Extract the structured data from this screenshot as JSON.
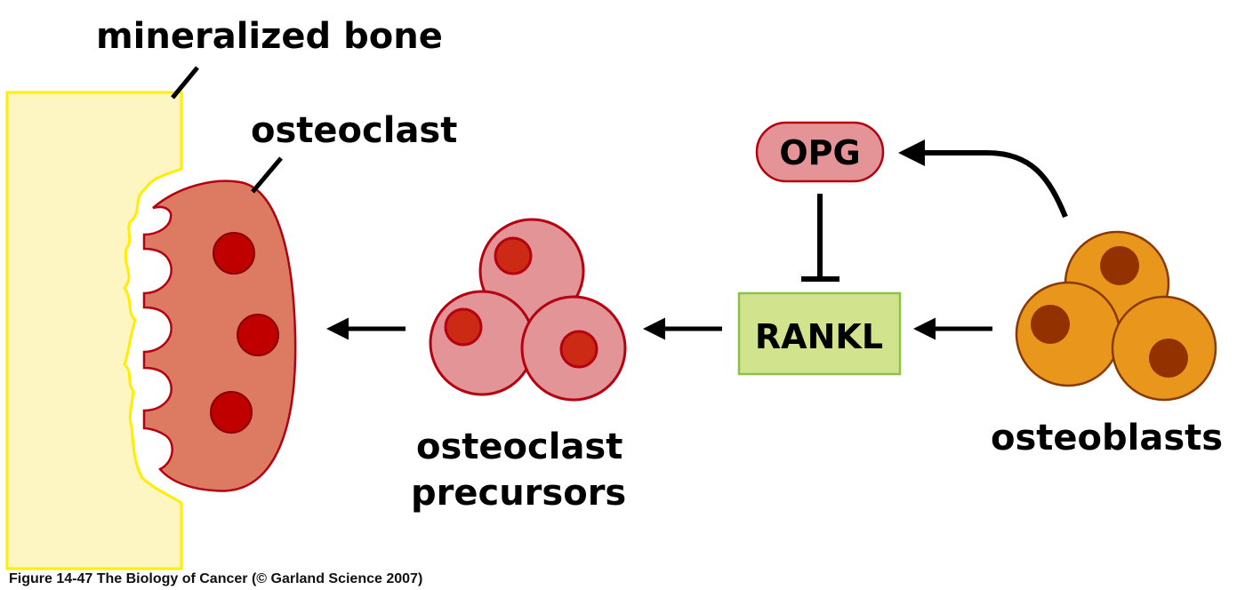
{
  "labels": {
    "mineralized_bone": "mineralized bone",
    "osteoclast": "osteoclast",
    "osteoclast_precursors_line1": "osteoclast",
    "osteoclast_precursors_line2": "precursors",
    "osteoblasts": "osteoblasts",
    "opg": "OPG",
    "rankl": "RANKL"
  },
  "caption": "Figure 14-47  The Biology of Cancer (© Garland Science 2007)",
  "relations": [
    {
      "from": "osteoblasts",
      "to": "RANKL",
      "type": "activates"
    },
    {
      "from": "osteoblasts",
      "to": "OPG",
      "type": "activates"
    },
    {
      "from": "OPG",
      "to": "RANKL",
      "type": "inhibits"
    },
    {
      "from": "RANKL",
      "to": "osteoclast precursors",
      "type": "activates"
    },
    {
      "from": "osteoclast precursors",
      "to": "osteoclast",
      "type": "differentiates"
    }
  ],
  "colors": {
    "bone_fill": "#fdf6c3",
    "bone_stroke": "#ffee00",
    "osteoclast_fill": "#dd7b62",
    "osteoclast_stroke": "#b40010",
    "osteoclast_nucleus": "#c00000",
    "precursor_fill": "#e39496",
    "precursor_nucleus": "#cc2a14",
    "precursor_stroke": "#b40010",
    "osteoblast_fill": "#e8961c",
    "osteoblast_nucleus": "#933200",
    "osteoblast_stroke": "#8a3a00",
    "opg_fill": "#e49496",
    "opg_stroke": "#b40010",
    "rankl_fill": "#d2e38e",
    "rankl_stroke": "#8dc14a"
  }
}
